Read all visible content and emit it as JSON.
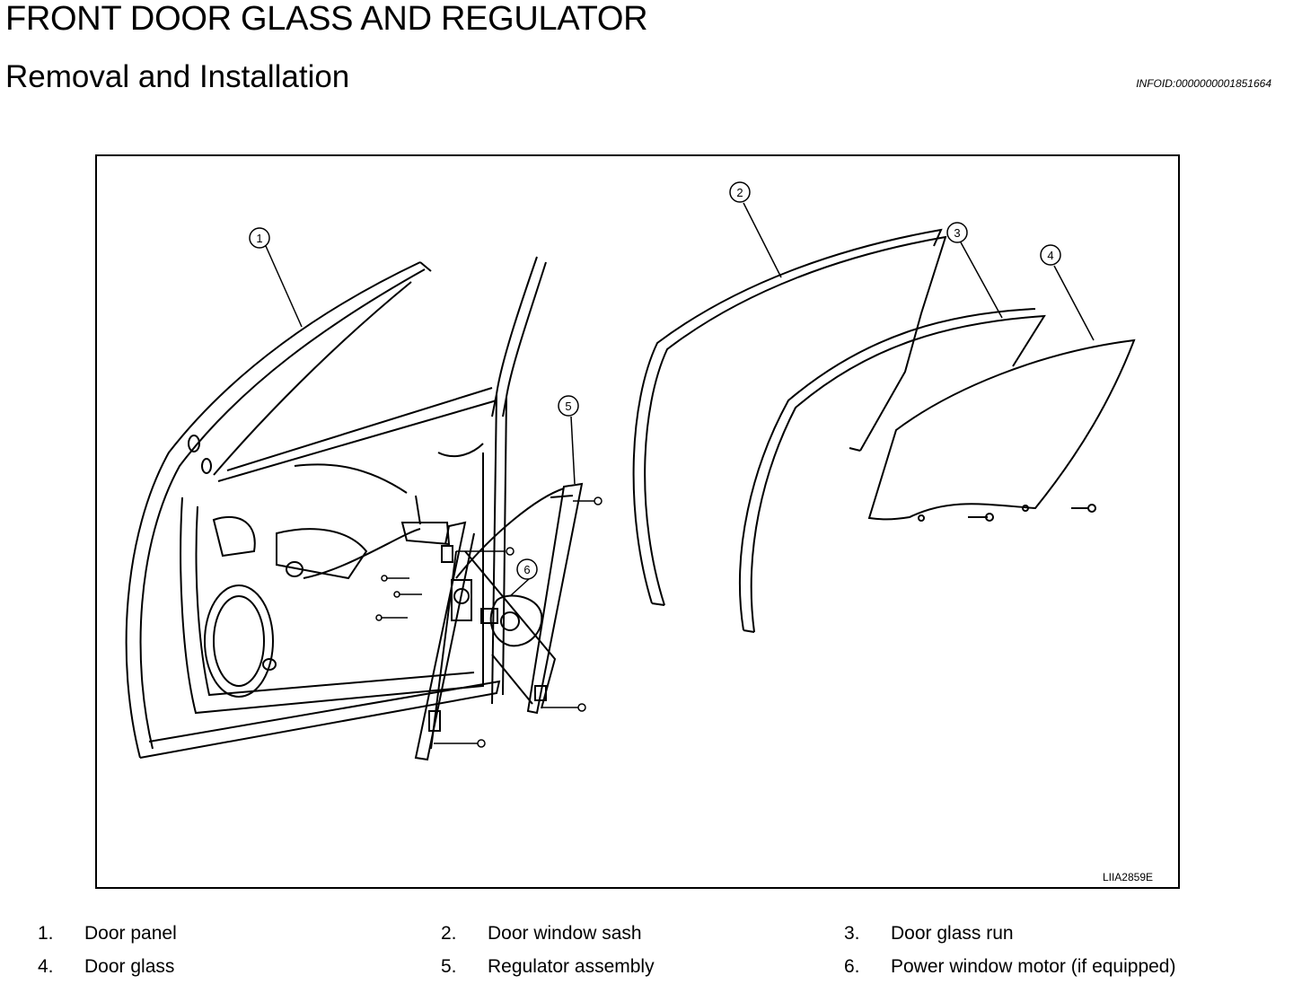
{
  "header": {
    "title": "FRONT DOOR GLASS AND REGULATOR",
    "subtitle": "Removal and Installation",
    "infoid": "INFOID:0000000001851664"
  },
  "figure": {
    "code": "LIIA2859E",
    "callouts": [
      "1",
      "2",
      "3",
      "4",
      "5",
      "6"
    ]
  },
  "legend": [
    {
      "num": "1.",
      "label": "Door panel"
    },
    {
      "num": "2.",
      "label": "Door window sash"
    },
    {
      "num": "3.",
      "label": "Door glass run"
    },
    {
      "num": "4.",
      "label": "Door glass"
    },
    {
      "num": "5.",
      "label": "Regulator assembly"
    },
    {
      "num": "6.",
      "label": "Power window motor (if equipped)"
    }
  ]
}
